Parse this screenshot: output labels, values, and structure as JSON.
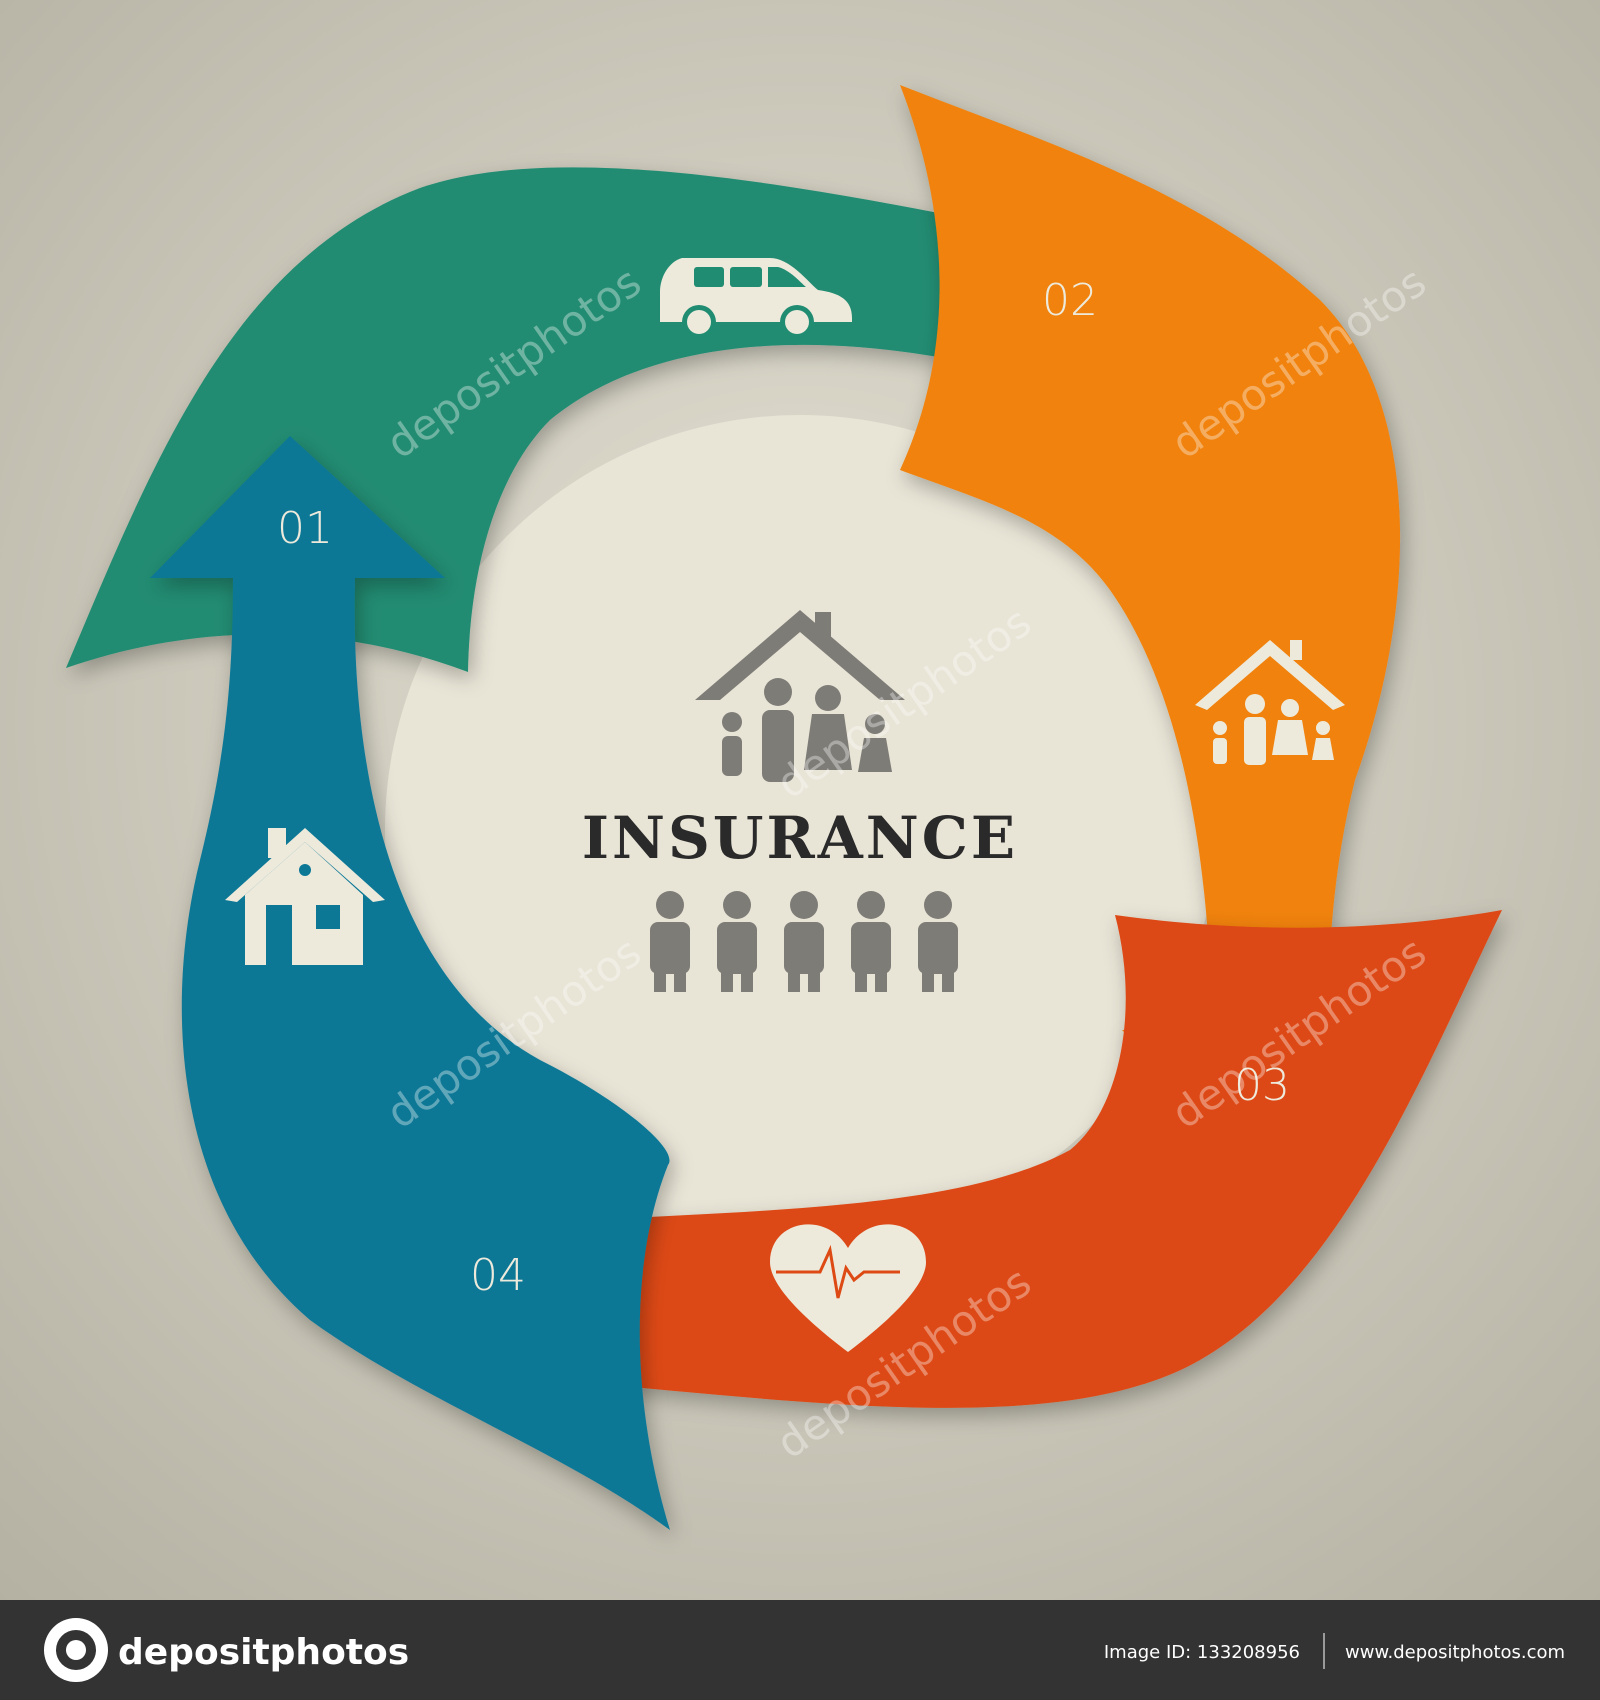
{
  "center": {
    "title": "INSURANCE",
    "roof_icon": "family-under-roof-icon",
    "group_icon": "people-group-icon"
  },
  "steps": [
    {
      "number": "01",
      "icon": "house-icon",
      "color": "#0C7896"
    },
    {
      "number": "02",
      "icon": "car-icon",
      "color": "#208C72"
    },
    {
      "number": "03",
      "icon": "family-under-roof-icon",
      "color": "#F0820F"
    },
    {
      "number": "04",
      "icon": "heart-pulse-icon",
      "color": "#DD4A14"
    }
  ],
  "colors": {
    "background": "#C8C4B6",
    "center_disc": "#E8E4D6",
    "icon_light": "#EDEADC",
    "icon_grey": "#7E7C77",
    "footer_bg": "#333333"
  },
  "watermark": "depositphotos",
  "footer": {
    "brand": "depositphotos",
    "image_id": "Image ID: 133208956",
    "site": "www.depositphotos.com"
  }
}
